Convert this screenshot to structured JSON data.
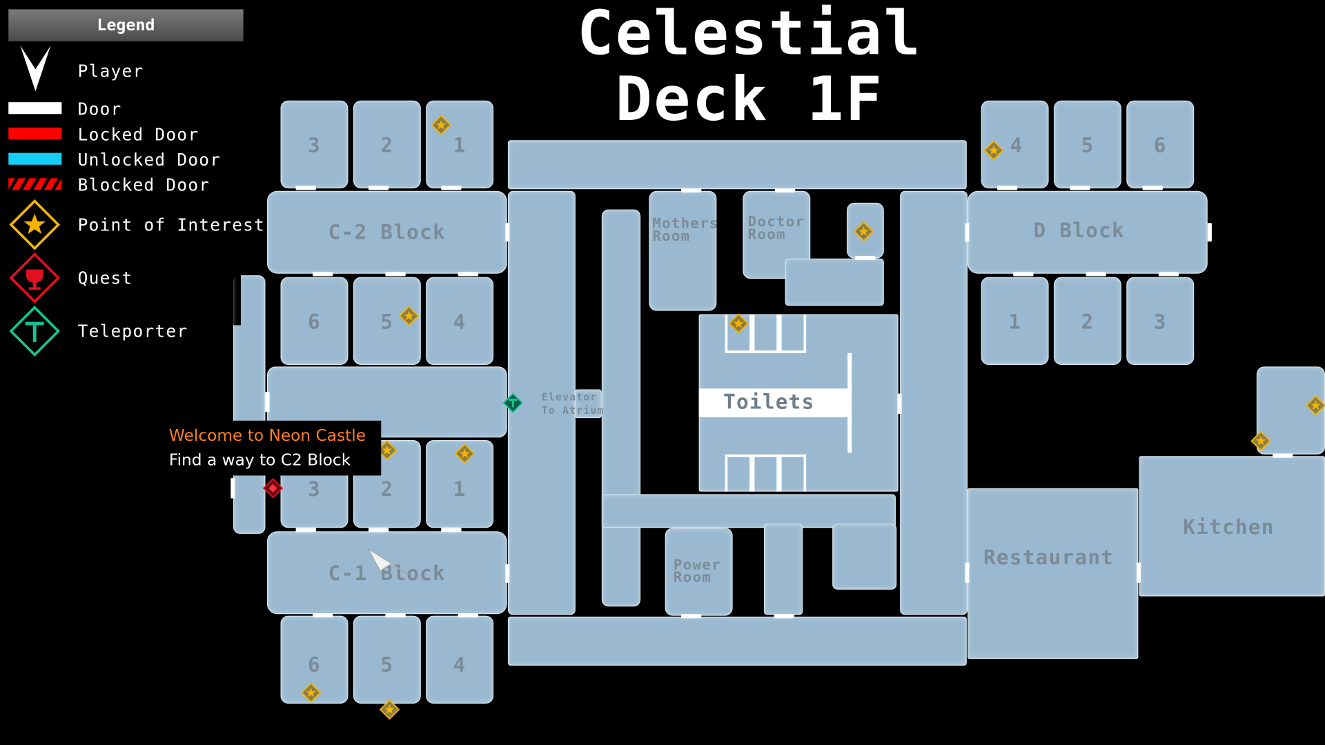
{
  "title": "Celestial Deck 1F",
  "legend": {
    "header": "Legend",
    "items": [
      {
        "label": "Player",
        "icon": "player-arrow-icon"
      },
      {
        "label": "Door",
        "color": "#ffffff"
      },
      {
        "label": "Locked Door",
        "color": "#ff0000"
      },
      {
        "label": "Unlocked Door",
        "color": "#16cdf5"
      },
      {
        "label": "Blocked Door",
        "color": "#ff0000"
      },
      {
        "label": "Point of Interest",
        "icon": "poi-star-icon",
        "color": "#f4b400"
      },
      {
        "label": "Quest",
        "icon": "quest-trophy-icon",
        "color": "#e0101f"
      },
      {
        "label": "Teleporter",
        "icon": "teleporter-icon",
        "color": "#17c491"
      }
    ]
  },
  "quest_tooltip": {
    "title": "Welcome to Neon Castle",
    "objective": "Find a way to C2 Block"
  },
  "rooms": {
    "c2_top": [
      "3",
      "2",
      "1"
    ],
    "c2_block": "C-2 Block",
    "c2_bottom": [
      "6",
      "5",
      "4"
    ],
    "c1_top": [
      "3",
      "2",
      "1"
    ],
    "c1_block": "C-1 Block",
    "c1_bottom": [
      "6",
      "5",
      "4"
    ],
    "d_top": [
      "4",
      "5",
      "6"
    ],
    "d_block": "D Block",
    "d_bottom": [
      "1",
      "2",
      "3"
    ],
    "mothers_room": "Mothers\nRoom",
    "doctor_room": "Doctor\nRoom",
    "toilets": "Toilets",
    "power_room": "Power\nRoom",
    "elevator": "Elevator\nTo Atrium",
    "restaurant": "Restaurant",
    "kitchen": "Kitchen"
  }
}
